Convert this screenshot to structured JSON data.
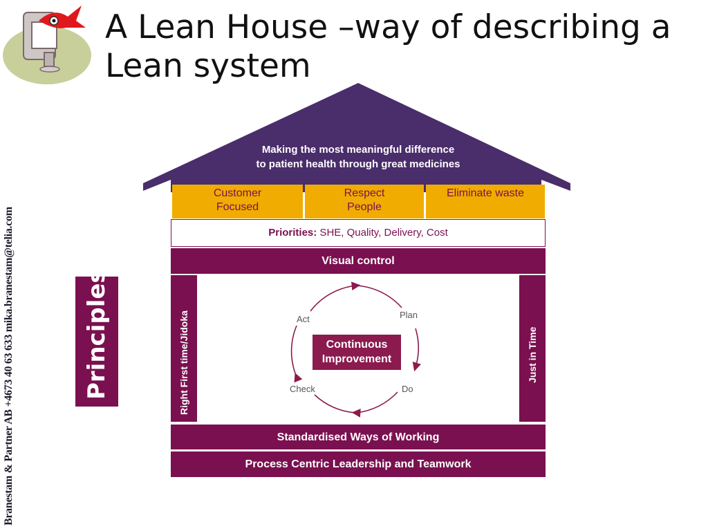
{
  "title": {
    "line1": "A Lean House –way of describing a",
    "line2": "Lean system"
  },
  "side_text": "Branestam & Partner AB  +4673 40 63 633  mika.branestam@telia.com",
  "principles_label": "Principles",
  "roof": {
    "line1": "Making the most meaningful difference",
    "line2": "to patient health through great medicines"
  },
  "values": [
    {
      "line1": "Customer",
      "line2": "Focused"
    },
    {
      "line1": "Respect",
      "line2": "People"
    },
    {
      "line1": "Eliminate waste",
      "line2": ""
    }
  ],
  "priorities": {
    "label": "Priorities:",
    "text": " SHE, Quality, Delivery, Cost"
  },
  "visual_control": "Visual control",
  "left_pillar": "Right  First time/Jidoka",
  "right_pillar": "Just in Time",
  "cycle": {
    "center_line1": "Continuous",
    "center_line2": "Improvement",
    "plan": "Plan",
    "do": "Do",
    "check": "Check",
    "act": "Act"
  },
  "standardised": "Standardised Ways of Working",
  "leadership": "Process Centric Leadership and Teamwork",
  "colors": {
    "purple_roof": "#4a2d6b",
    "magenta": "#7a1050",
    "gold": "#f0ac00",
    "ci_box": "#8b1a4e"
  }
}
